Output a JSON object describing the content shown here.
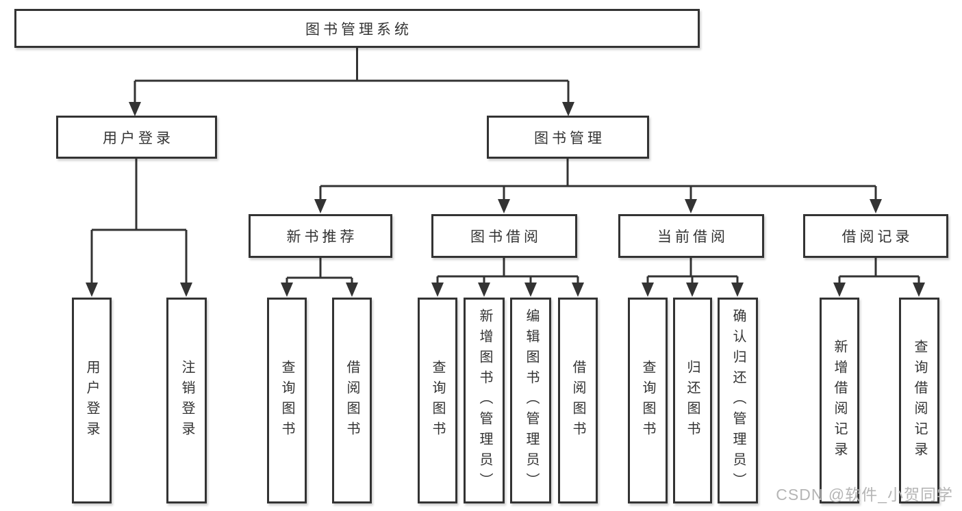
{
  "watermark": "CSDN @软件_小贺同学",
  "colors": {
    "line": "#333333",
    "text": "#333333",
    "box_background": "#ffffff",
    "watermark_text": "#b5b5b5"
  },
  "nodes": {
    "root": {
      "label": "图书管理系统"
    },
    "userLogin": {
      "label": "用户登录",
      "children": [
        {
          "label": "用户登录"
        },
        {
          "label": "注销登录"
        }
      ]
    },
    "bookManagement": {
      "label": "图书管理",
      "children": [
        {
          "label": "新书推荐",
          "children": [
            {
              "label": "查询图书"
            },
            {
              "label": "借阅图书"
            }
          ]
        },
        {
          "label": "图书借阅",
          "children": [
            {
              "label": "查询图书"
            },
            {
              "label": "新增图书（管理员）"
            },
            {
              "label": "编辑图书（管理员）"
            },
            {
              "label": "借阅图书"
            }
          ]
        },
        {
          "label": "当前借阅",
          "children": [
            {
              "label": "查询图书"
            },
            {
              "label": "归还图书"
            },
            {
              "label": "确认归还（管理员）"
            }
          ]
        },
        {
          "label": "借阅记录",
          "children": [
            {
              "label": "新增借阅记录"
            },
            {
              "label": "查询借阅记录"
            }
          ]
        }
      ]
    }
  }
}
